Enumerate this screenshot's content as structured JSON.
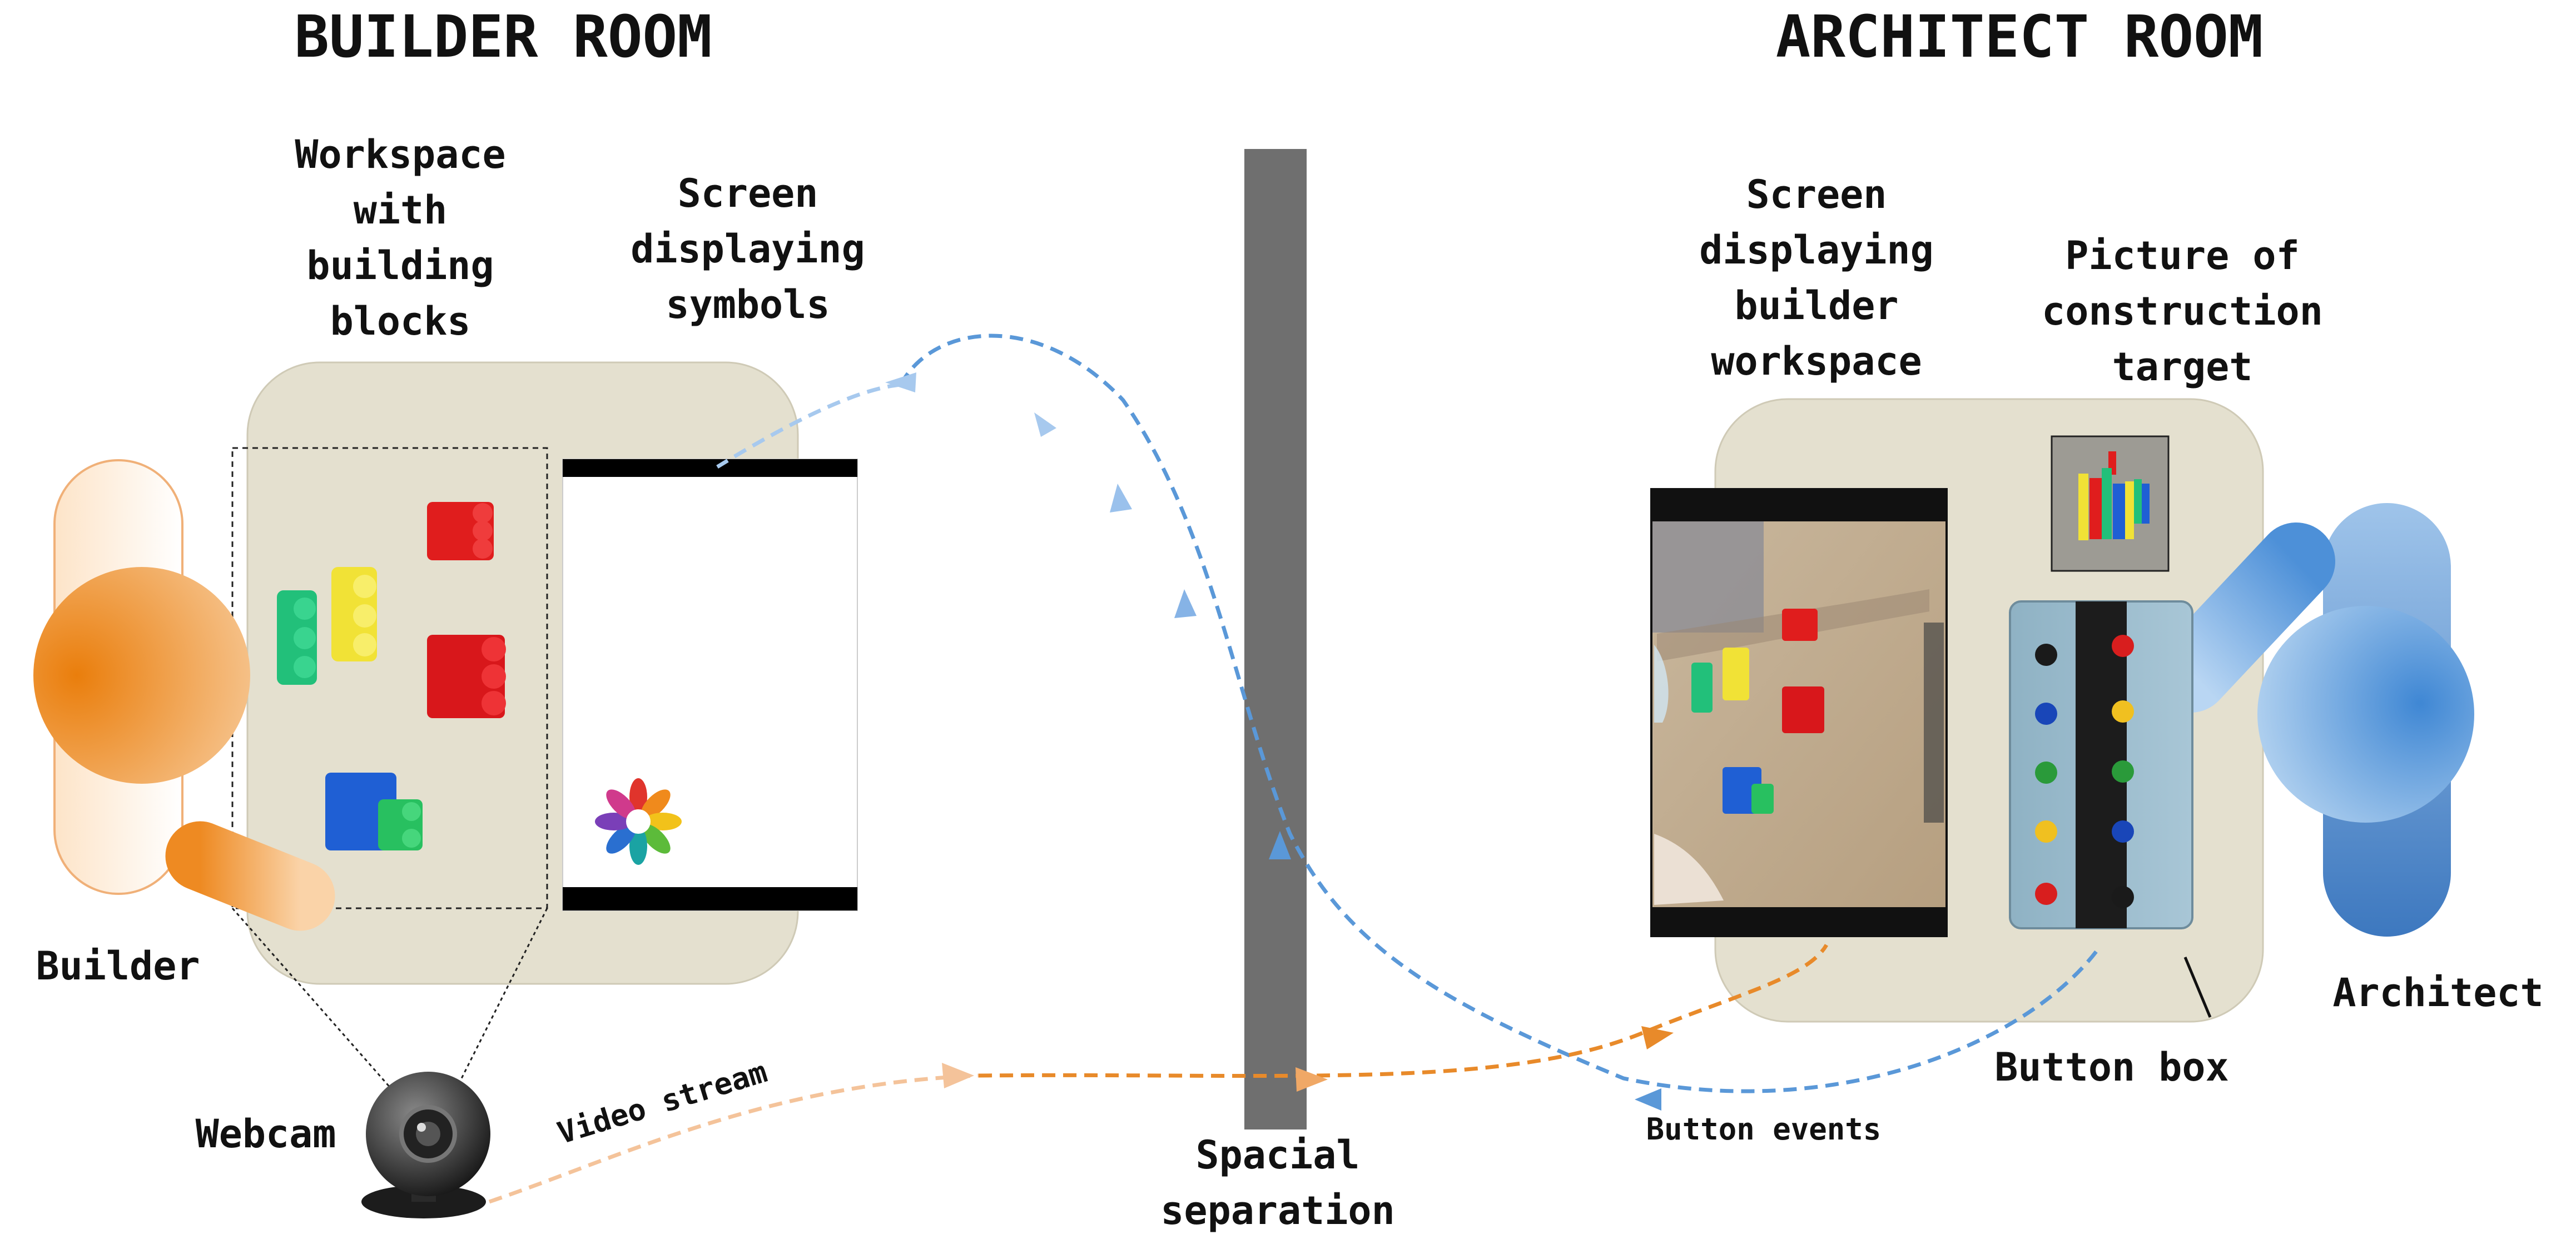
{
  "builder_room": {
    "title": "BUILDER ROOM",
    "workspace_label": [
      "Workspace",
      "with",
      "building",
      "blocks"
    ],
    "screen_label": [
      "Screen",
      "displaying",
      "symbols"
    ],
    "person_label": "Builder",
    "webcam_label": "Webcam",
    "video_label": "Video stream"
  },
  "separation": {
    "label": [
      "Spacial",
      "separation"
    ]
  },
  "architect_room": {
    "title": "ARCHITECT ROOM",
    "screen_label": [
      "Screen",
      "displaying",
      "builder",
      "workspace"
    ],
    "picture_label": [
      "Picture of",
      "construction",
      "target"
    ],
    "person_label": "Architect",
    "button_box_label": "Button box",
    "button_events_label": "Button events"
  },
  "colors": {
    "builder_orange": "#ee8a1e",
    "architect_blue": "#4f97dc",
    "table": "#e4e0cf",
    "separator": "#6f6f6f",
    "light_blue_arrow": "#a7c9ee",
    "blue_arrow": "#5a98d8",
    "orange_arrow": "#e88a2a",
    "light_orange_arrow": "#f4c39a"
  },
  "icons": [
    "webcam-icon",
    "symbol-pinwheel-icon",
    "lego-block-icon",
    "button-icon"
  ]
}
